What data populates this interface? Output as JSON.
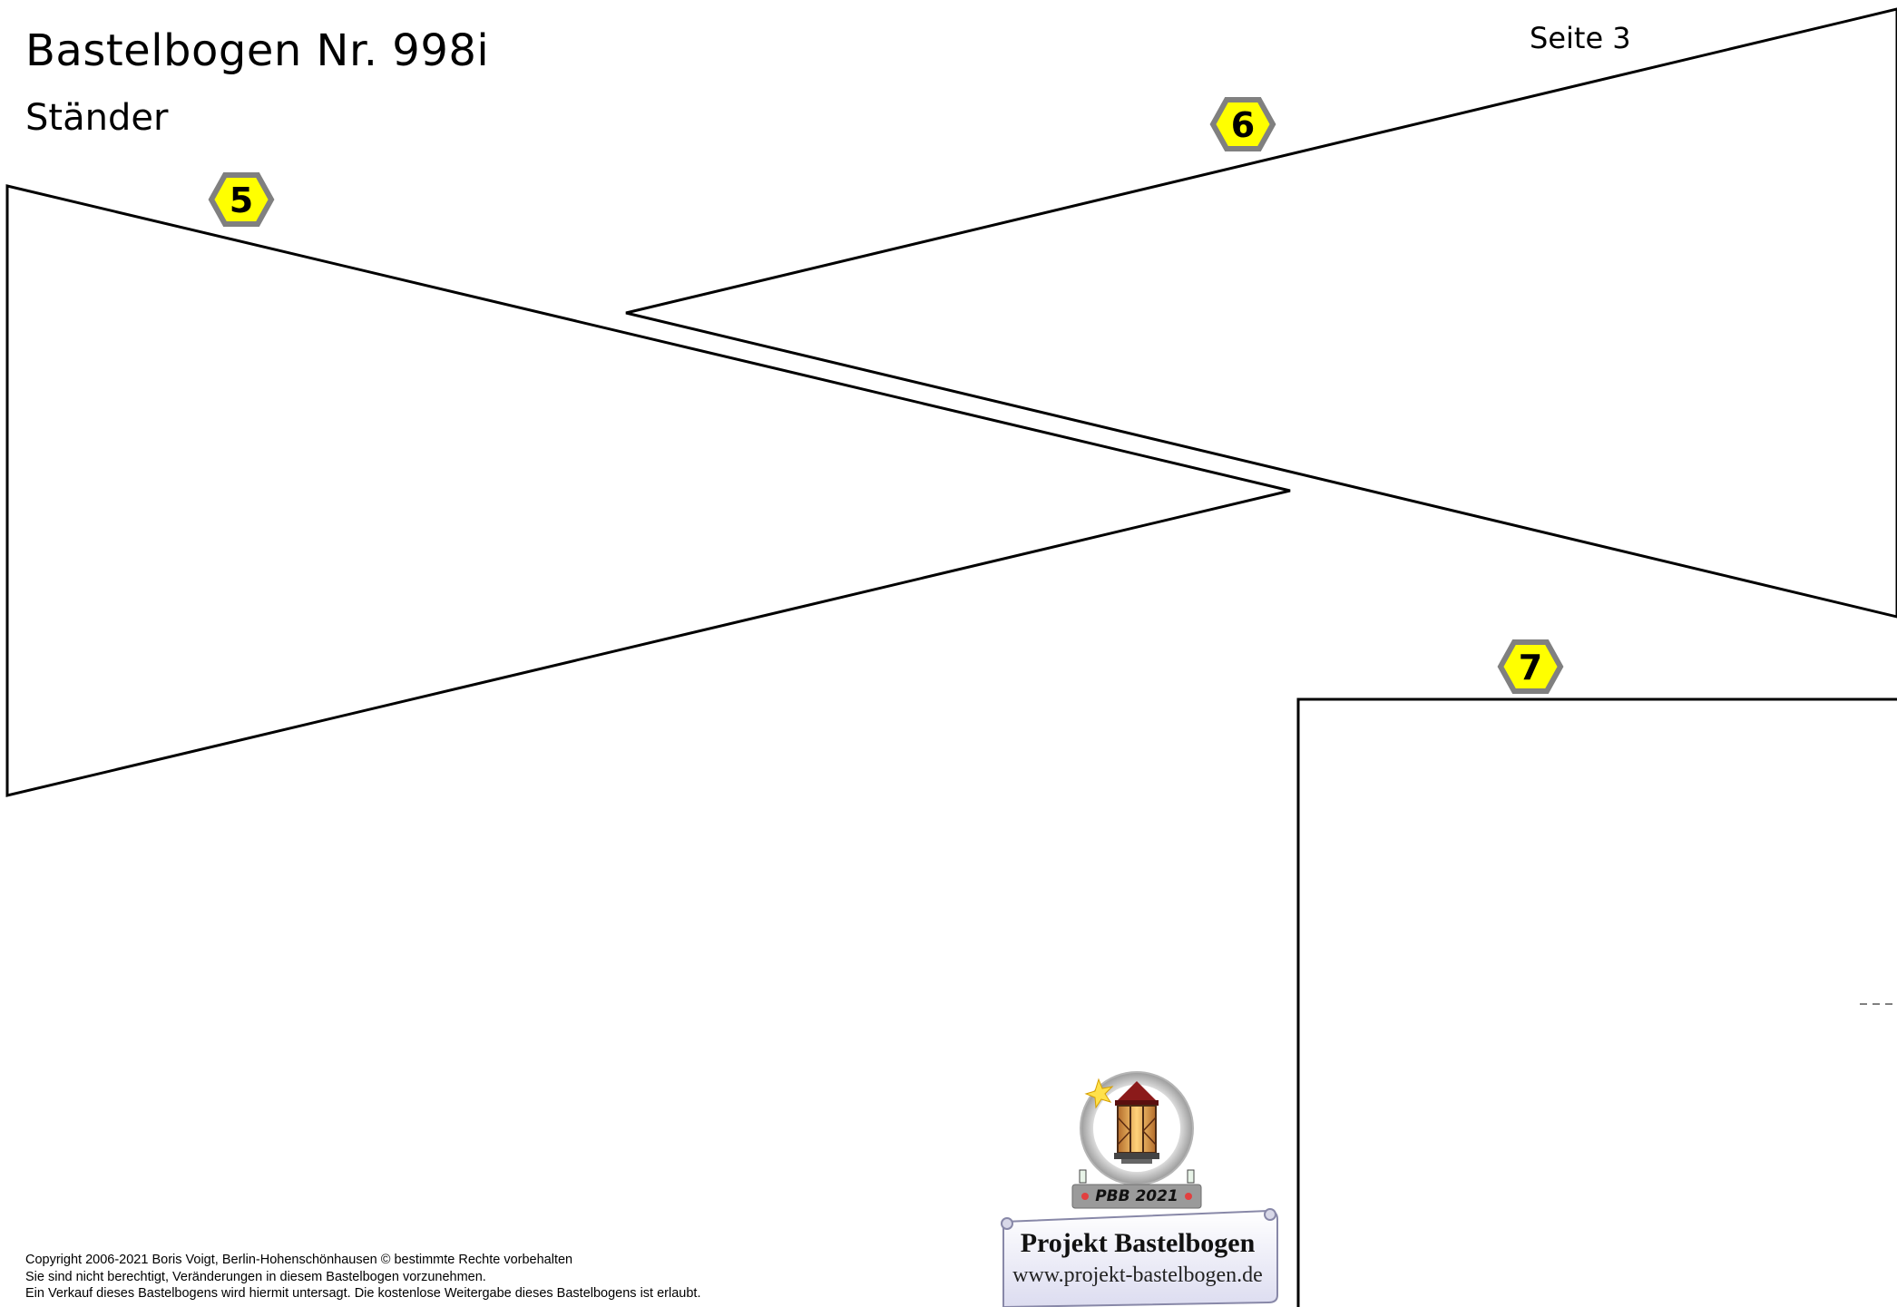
{
  "header": {
    "title": "Bastelbogen Nr. 998i",
    "subtitle": "Ständer",
    "page_label": "Seite 3"
  },
  "parts": [
    {
      "number": "5"
    },
    {
      "number": "6"
    },
    {
      "number": "7"
    }
  ],
  "footer": {
    "copyright_lines": [
      "Copyright  2006-2021 Boris Voigt, Berlin-Hohenschönhausen   © bestimmte Rechte vorbehalten",
      "Sie sind nicht berechtigt, Veränderungen in diesem Bastelbogen vorzunehmen.",
      "Ein Verkauf dieses Bastelbogens wird hiermit untersagt. Die kostenlose Weitergabe dieses Bastelbogens ist erlaubt."
    ]
  },
  "logo": {
    "year_badge": "PBB 2021",
    "name": "Projekt Bastelbogen",
    "url": "www.projekt-bastelbogen.de"
  },
  "colors": {
    "badge_fill": "#ffff00",
    "badge_border": "#808080",
    "outline": "#000000",
    "fold_line": "#808080"
  }
}
